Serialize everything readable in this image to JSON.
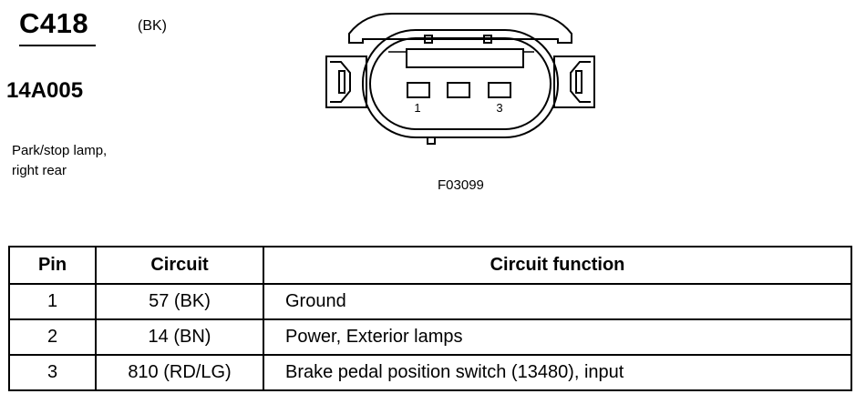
{
  "connector": {
    "id": "C418",
    "color": "(BK)",
    "part_number": "14A005",
    "description_line1": "Park/stop lamp,",
    "description_line2": "right rear",
    "figure_id": "F03099",
    "pin_label_1": "1",
    "pin_label_3": "3"
  },
  "table": {
    "headers": [
      "Pin",
      "Circuit",
      "Circuit function"
    ],
    "rows": [
      {
        "pin": "1",
        "circuit": "57 (BK)",
        "function": "Ground"
      },
      {
        "pin": "2",
        "circuit": "14 (BN)",
        "function": "Power, Exterior lamps"
      },
      {
        "pin": "3",
        "circuit": "810 (RD/LG)",
        "function": "Brake pedal position switch (13480), input"
      }
    ]
  }
}
